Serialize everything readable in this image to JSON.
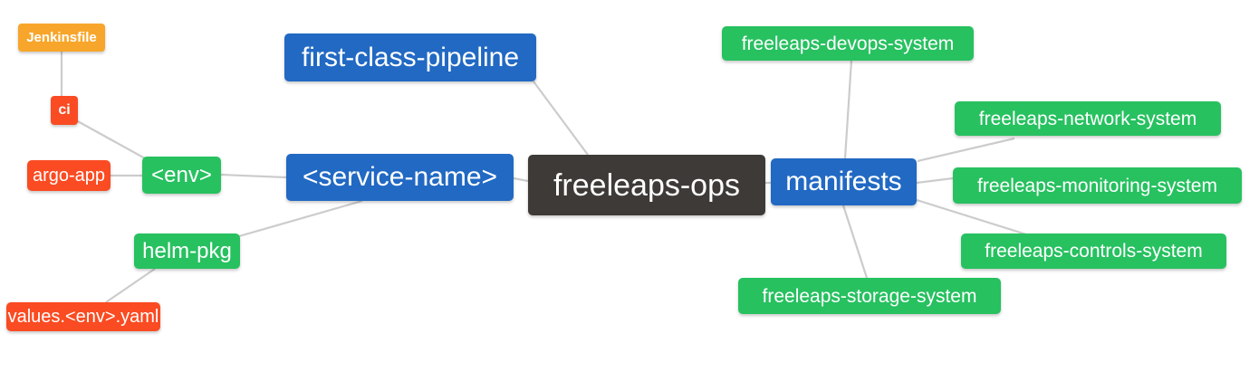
{
  "palette": {
    "blue": "#2169c3",
    "green": "#27c160",
    "red": "#fa4b22",
    "orange": "#f7a62b",
    "dark": "#3d3a38",
    "edge": "#cccccc",
    "background": "#ffffff",
    "text": "#ffffff"
  },
  "nodes": [
    {
      "id": "jenkinsfile",
      "label": "Jenkinsfile",
      "color": "orange"
    },
    {
      "id": "ci",
      "label": "ci",
      "color": "red"
    },
    {
      "id": "argo-app",
      "label": "argo-app",
      "color": "red"
    },
    {
      "id": "env",
      "label": "<env>",
      "color": "green"
    },
    {
      "id": "helm-pkg",
      "label": "helm-pkg",
      "color": "green"
    },
    {
      "id": "values-env-yaml",
      "label": "values.<env>.yaml",
      "color": "red"
    },
    {
      "id": "first-class-pipeline",
      "label": "first-class-pipeline",
      "color": "blue"
    },
    {
      "id": "service-name",
      "label": "<service-name>",
      "color": "blue"
    },
    {
      "id": "freeleaps-ops",
      "label": "freeleaps-ops",
      "color": "dark"
    },
    {
      "id": "manifests",
      "label": "manifests",
      "color": "blue"
    },
    {
      "id": "freeleaps-devops-system",
      "label": "freeleaps-devops-system",
      "color": "green"
    },
    {
      "id": "freeleaps-network-system",
      "label": "freeleaps-network-system",
      "color": "green"
    },
    {
      "id": "freeleaps-monitoring-system",
      "label": "freeleaps-monitoring-system",
      "color": "green"
    },
    {
      "id": "freeleaps-controls-system",
      "label": "freeleaps-controls-system",
      "color": "green"
    },
    {
      "id": "freeleaps-storage-system",
      "label": "freeleaps-storage-system",
      "color": "green"
    }
  ],
  "edges": [
    {
      "from": "Jenkinsfile",
      "to": "ci"
    },
    {
      "from": "ci",
      "to": "<env>"
    },
    {
      "from": "argo-app",
      "to": "<env>"
    },
    {
      "from": "<env>",
      "to": "<service-name>"
    },
    {
      "from": "helm-pkg",
      "to": "<service-name>"
    },
    {
      "from": "values.<env>.yaml",
      "to": "helm-pkg"
    },
    {
      "from": "<service-name>",
      "to": "freeleaps-ops"
    },
    {
      "from": "first-class-pipeline",
      "to": "freeleaps-ops"
    },
    {
      "from": "freeleaps-ops",
      "to": "manifests"
    },
    {
      "from": "manifests",
      "to": "freeleaps-devops-system"
    },
    {
      "from": "manifests",
      "to": "freeleaps-network-system"
    },
    {
      "from": "manifests",
      "to": "freeleaps-monitoring-system"
    },
    {
      "from": "manifests",
      "to": "freeleaps-controls-system"
    },
    {
      "from": "manifests",
      "to": "freeleaps-storage-system"
    }
  ]
}
